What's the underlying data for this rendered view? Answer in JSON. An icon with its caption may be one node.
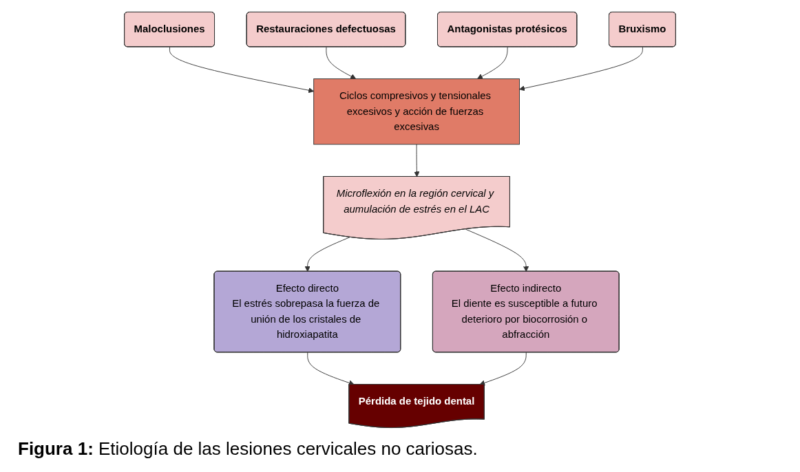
{
  "diagram": {
    "caption": "**Figura 1:** Etiología de las lesiones cervicales no cariosas.",
    "nodes": [
      {
        "text": [
          "Maloclusiones"
        ]
      },
      {
        "text": [
          "Restauraciones defectuosas"
        ]
      },
      {
        "text": [
          "Antagonistas protésicos"
        ]
      },
      {
        "text": [
          "Bruxismo"
        ]
      },
      {
        "text": [
          "Ciclos compresivos y tensionales excesivos y acción de fuerzas excesivas"
        ]
      },
      {
        "text": [
          "Microflexión en la región cervical y aumulación de estrés en el LAC"
        ]
      },
      {
        "text": [
          "Efecto directo",
          "El estrés sobrepasa la fuerza de unión de los cristales de hidroxiapatita"
        ]
      },
      {
        "text": [
          "Efecto indirecto",
          "El diente es susceptible a futuro deterioro por biocorrosión o abfracción"
        ]
      },
      {
        "text": [
          "Pérdida de tejido dental"
        ]
      }
    ],
    "edges": [
      {
        "from": 0,
        "to": 4,
        "arrow": "to"
      },
      {
        "from": 1,
        "to": 4,
        "arrow": "to"
      },
      {
        "from": 2,
        "to": 4,
        "arrow": "to"
      },
      {
        "from": 3,
        "to": 4,
        "arrow": "to"
      },
      {
        "from": 4,
        "to": 5,
        "arrow": "to"
      },
      {
        "from": 5,
        "to": 6,
        "arrow": "to"
      },
      {
        "from": 5,
        "to": 7,
        "arrow": "to"
      },
      {
        "from": 6,
        "to": 8,
        "arrow": "to"
      },
      {
        "from": 7,
        "to": 8,
        "arrow": "to"
      }
    ]
  }
}
